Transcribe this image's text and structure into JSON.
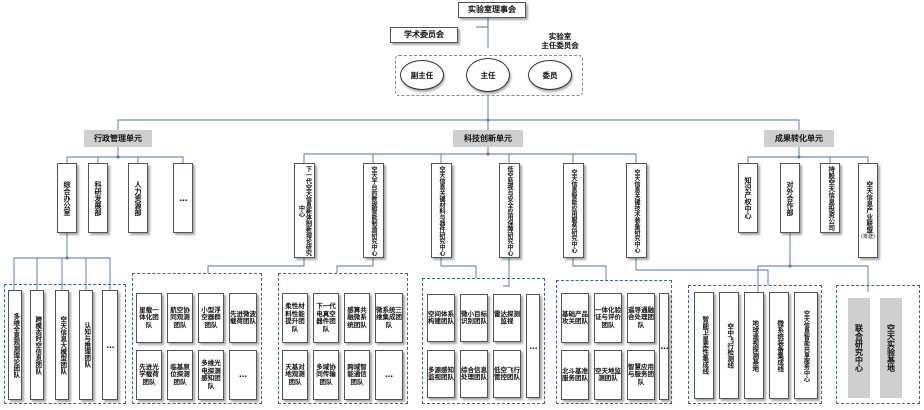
{
  "top": {
    "council": "实验室理事会",
    "academic": "学术委员会",
    "committee_label": "实验室\n主任委员会",
    "director": "主任",
    "deputy": "副主任",
    "member": "委员"
  },
  "units": {
    "admin": "行政管理单元",
    "tech": "科技创新单元",
    "result": "成果转化单元"
  },
  "admin_items": [
    "综合办公室",
    "科研发展部",
    "人力资源部",
    "…"
  ],
  "tech_centers": [
    "下一代空天信息新体制新理论研究中心",
    "空天平台的数据智能制造研究中心",
    "空天信息关键材料与器件研究中心",
    "低空监视与安全应用保障研究中心",
    "空天信息智能应用服务研究中心",
    "空天信息关键技术装备研究中心"
  ],
  "result_items": [
    "知识产权中心",
    "对外合作部",
    "持股空天信息投资公司",
    "空天信息产业联盟"
  ],
  "result_note": "(筹建)",
  "admin_teams": [
    "多维全息观测理论团队",
    "跨模态时空信息团队",
    "空天信息大模型团队",
    "认知与推理团队",
    "…"
  ],
  "g1_teams": [
    "星载一体化团队",
    "航空协同观测团队",
    "小型浮空器群团队",
    "先进微波载荷团队",
    "先进光学载荷团队",
    "临基原位探测团队",
    "多维光电探测感知团队",
    "…"
  ],
  "g2_teams": [
    "柔性材料性能提升团队",
    "下一代电真空器件团队",
    "感算共融微系统团队",
    "微系统三维集成团队",
    "天基对地观测团队",
    "多域协同传输团队",
    "跨域智能通信团队",
    "…"
  ],
  "g3_teams": [
    "空间体系构建团队",
    "微小目标识别团队",
    "雷达探测监视",
    "多源感知监视团队",
    "综合信息处理团队",
    "低空飞行管控团队",
    "…"
  ],
  "g4_teams": [
    "基础产品攻关团队",
    "一体化验证与评价团队",
    "遥导通融合处理团队",
    "北斗基准服务团队",
    "空天地监测团队",
    "智慧应用与服务团队",
    "…"
  ],
  "g5_teams": [
    "智能卫星柔性集成线",
    "空中飞行检测线",
    "地球遥视探测基地",
    "微系统装备集成线",
    "空天信息智能共享服务中心"
  ],
  "g6_teams": [
    "联合研究中心",
    "空天实验基地"
  ]
}
